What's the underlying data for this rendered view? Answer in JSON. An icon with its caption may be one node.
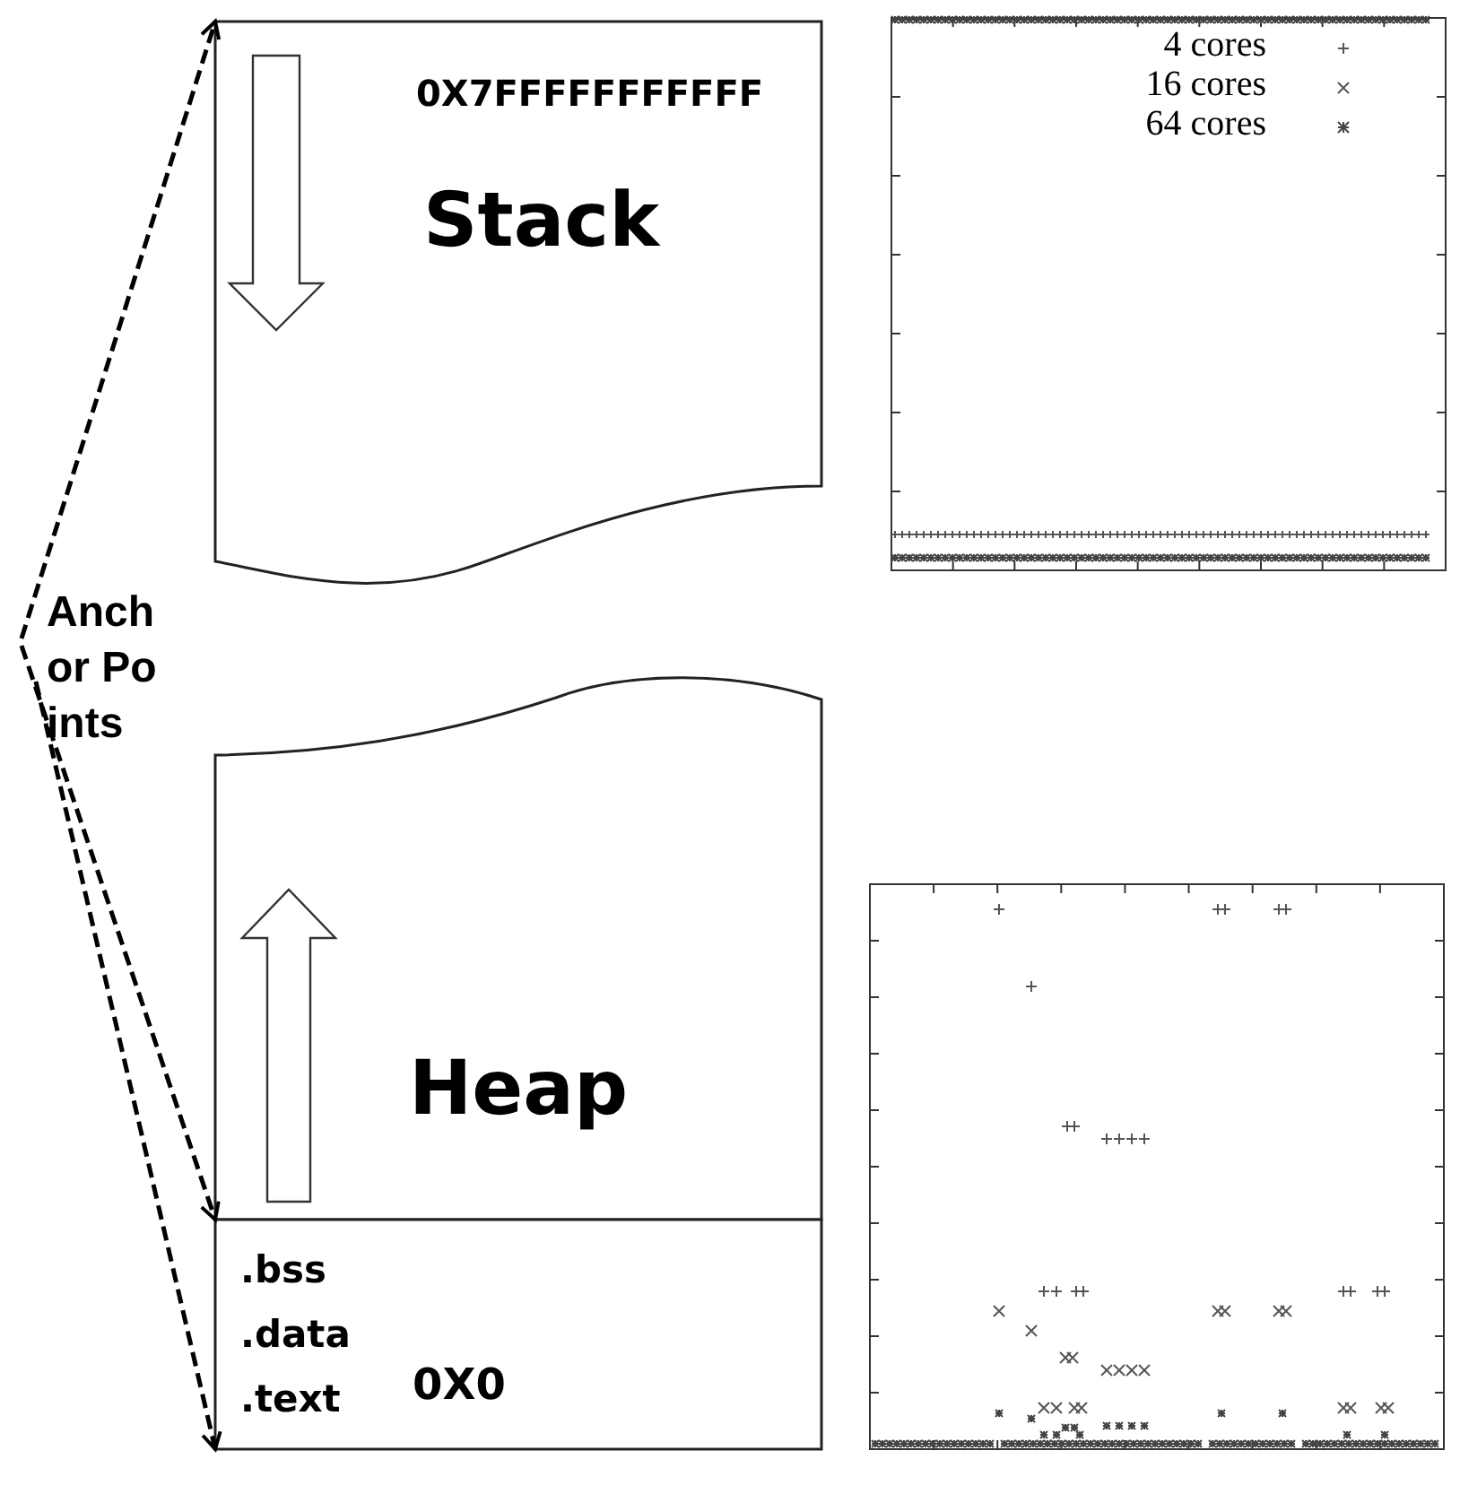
{
  "diagram": {
    "nodes": [
      {
        "text": [
          "0X7FFFFFFFFFFF",
          "Stack"
        ]
      },
      {
        "text": [
          "Heap"
        ]
      },
      {
        "text": [
          ".bss",
          ".data",
          ".text",
          "0X0"
        ]
      },
      {
        "text": [
          "Anchor Points"
        ]
      }
    ],
    "edges": [
      {
        "from": 3,
        "to": 0,
        "arrow": "to",
        "style": "dashed"
      },
      {
        "from": 3,
        "to": 1,
        "arrow": "to",
        "style": "dashed"
      },
      {
        "from": 3,
        "to": 2,
        "arrow": "to",
        "style": "dashed"
      }
    ],
    "legend": [
      {
        "text": "4 cores"
      },
      {
        "text": "16 cores"
      },
      {
        "text": "64 cores"
      }
    ]
  }
}
